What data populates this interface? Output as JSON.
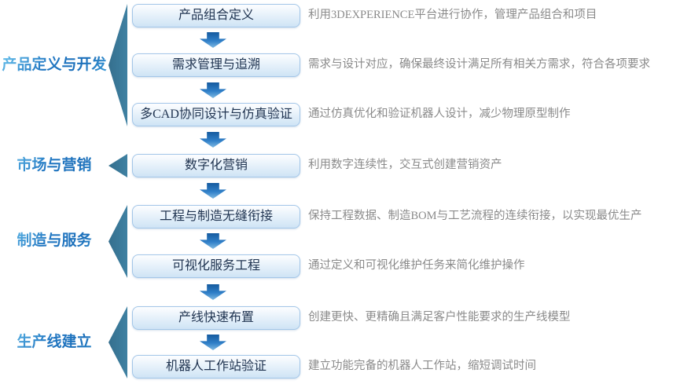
{
  "diagram": {
    "title": "",
    "groups": [
      {
        "label": "产品定义与开发",
        "step_indexes": [
          0,
          1,
          2
        ]
      },
      {
        "label": "市场与营销",
        "step_indexes": [
          3
        ]
      },
      {
        "label": "制造与服务",
        "step_indexes": [
          4,
          5
        ]
      },
      {
        "label": "生产线建立",
        "step_indexes": [
          6,
          7
        ]
      }
    ],
    "steps": [
      {
        "box": "产品组合定义",
        "description": "利用3DEXPERIENCE平台进行协作，管理产品组合和项目"
      },
      {
        "box": "需求管理与追溯",
        "description": "需求与设计对应，确保最终设计满足所有相关方需求，符合各项要求"
      },
      {
        "box": "多CAD协同设计与仿真验证",
        "description": "通过仿真优化和验证机器人设计，减少物理原型制作"
      },
      {
        "box": "数字化营销",
        "description": "利用数字连续性，交互式创建营销资产"
      },
      {
        "box": "工程与制造无缝衔接",
        "description": "保持工程数据、制造BOM与工艺流程的连续衔接，以实现最优生产"
      },
      {
        "box": "可视化服务工程",
        "description": "通过定义和可视化维护任务来简化维护操作"
      },
      {
        "box": "产线快速布置",
        "description": "创建更快、更精确且满足客户性能要求的生产线模型"
      },
      {
        "box": "机器人工作站验证",
        "description": "建立功能完备的机器人工作站，缩短调试时间"
      }
    ],
    "colors": {
      "category_triangle": "#3b7d9e",
      "flow_arrow_blue": "#2f7fc8",
      "box_border": "#a3c6e8",
      "box_fill_bottom": "#cfe4f5",
      "box_text": "#1f3350",
      "label_blue_dark": "#1b6fba",
      "label_blue_light": "#6cc6ef",
      "description_gray": "#8a8a8a",
      "background": "#ffffff"
    }
  }
}
